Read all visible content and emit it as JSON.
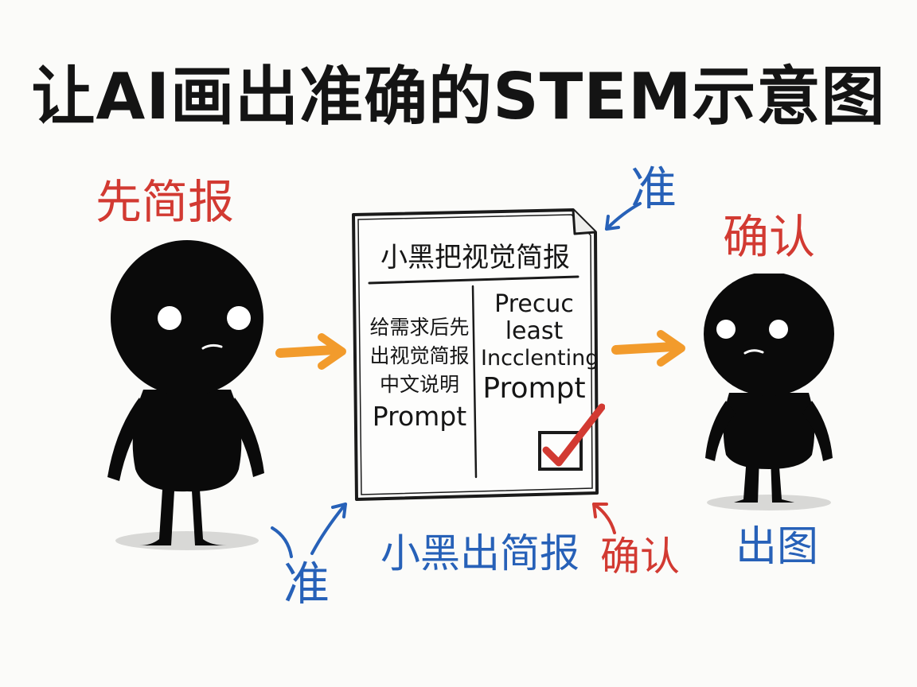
{
  "title": "让AI画出准确的STEM示意图",
  "labels": {
    "left_top": "先简报",
    "right_top": "确认",
    "top_accuracy": "准",
    "bottom_accuracy": "准",
    "bottom_middle": "小黑出简报",
    "bottom_confirm": "确认",
    "bottom_right": "出图"
  },
  "document": {
    "title": "小黑把视觉简报",
    "left_lines": [
      "给需求后先",
      "出视觉简报",
      "中文说明",
      "Prompt"
    ],
    "right_lines": [
      "Precuc",
      "least",
      "Incclenting",
      "Prompt"
    ]
  },
  "colors": {
    "red": "#d23a32",
    "blue": "#2761b8",
    "orange": "#f29b2c",
    "ink": "#141414"
  }
}
